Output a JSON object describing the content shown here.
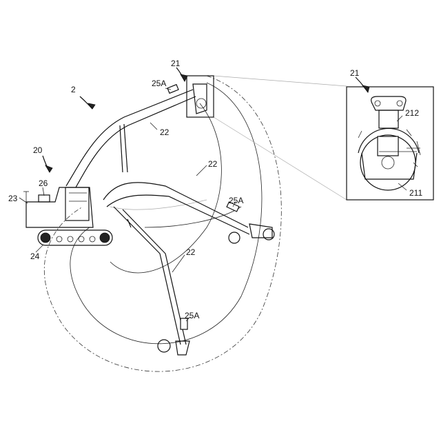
{
  "labels": {
    "excavator_ref": "20",
    "machine_ref": "2",
    "boom_ref_top": "22",
    "boom_ref_mid": "22",
    "boom_ref_low": "22",
    "front_ref_top": "25A",
    "front_ref_mid": "25A",
    "front_ref_low": "25A",
    "antenna_ref": "23",
    "cab_ref": "26",
    "track_ref": "24",
    "detail_top_ref": "21",
    "detail_inset_ref": "21",
    "inset_part_a": "212",
    "inset_part_b": "211"
  }
}
